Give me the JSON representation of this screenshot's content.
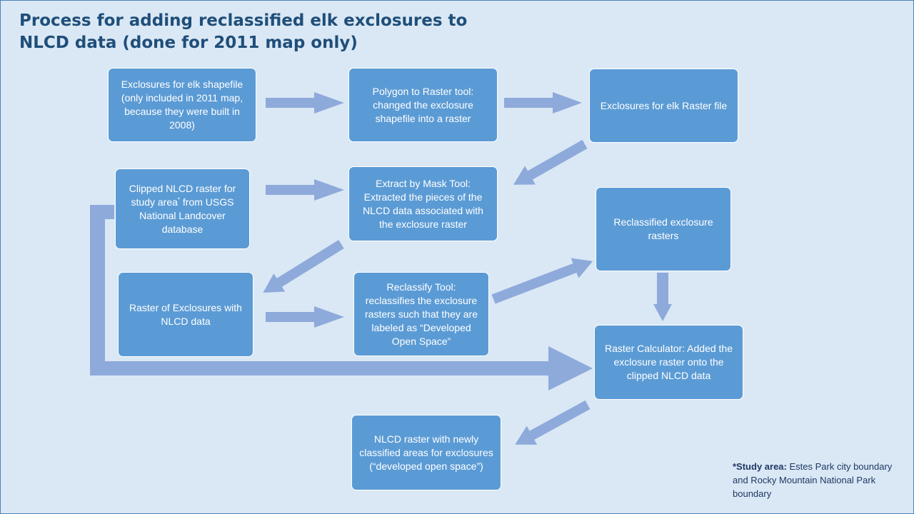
{
  "title": {
    "line1": "Process for adding reclassified elk exclosures to",
    "line2": "NLCD data (done for 2011 map only)"
  },
  "nodes": {
    "shapefile": "Exclosures for elk shapefile (only included in 2011 map, because they were built in 2008)",
    "polygon_to_raster": "Polygon to Raster tool: changed the exclosure shapefile into a raster",
    "elk_raster_file": "Exclosures for elk Raster file",
    "clipped_nlcd_pre": "Clipped NLCD raster for study area",
    "clipped_nlcd_mark": "*",
    "clipped_nlcd_post": " from USGS National Landcover database",
    "extract_by_mask": "Extract by Mask Tool: Extracted the pieces of the NLCD data associated with the exclosure raster",
    "reclassified_rasters": "Reclassified exclosure rasters",
    "raster_of_exclosures": "Raster of Exclosures with NLCD data",
    "reclassify_tool": "Reclassify Tool: reclassifies the exclosure rasters such that they are labeled as “Developed Open Space”",
    "raster_calculator": "Raster Calculator: Added the exclosure raster onto the clipped NLCD data",
    "final_raster": "NLCD raster with newly classified areas for exclosures (“developed open space”)"
  },
  "footnote": {
    "label": "*Study area:",
    "text": " Estes Park city boundary and Rocky Mountain National Park boundary"
  },
  "colors": {
    "background": "#dae8f5",
    "box": "#5b9bd5",
    "arrow": "#8eaadb",
    "title": "#1f4e79"
  }
}
